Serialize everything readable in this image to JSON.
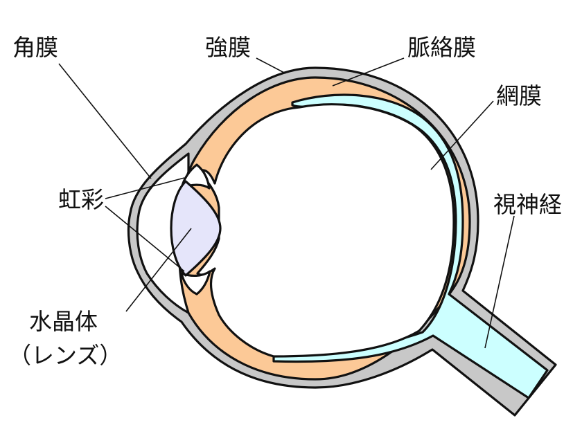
{
  "labels": {
    "cornea": "角膜",
    "sclera": "強膜",
    "choroid": "脈絡膜",
    "retina": "網膜",
    "iris": "虹彩",
    "optic_nerve": "視神経",
    "lens_line1": "水晶体",
    "lens_line2": "（レンズ）"
  },
  "colors": {
    "sclera": "#c8c8c8",
    "choroid": "#fcc997",
    "retina": "#ccffff",
    "lens": "#e5e5fa",
    "outline": "#111111",
    "background": "#ffffff"
  }
}
